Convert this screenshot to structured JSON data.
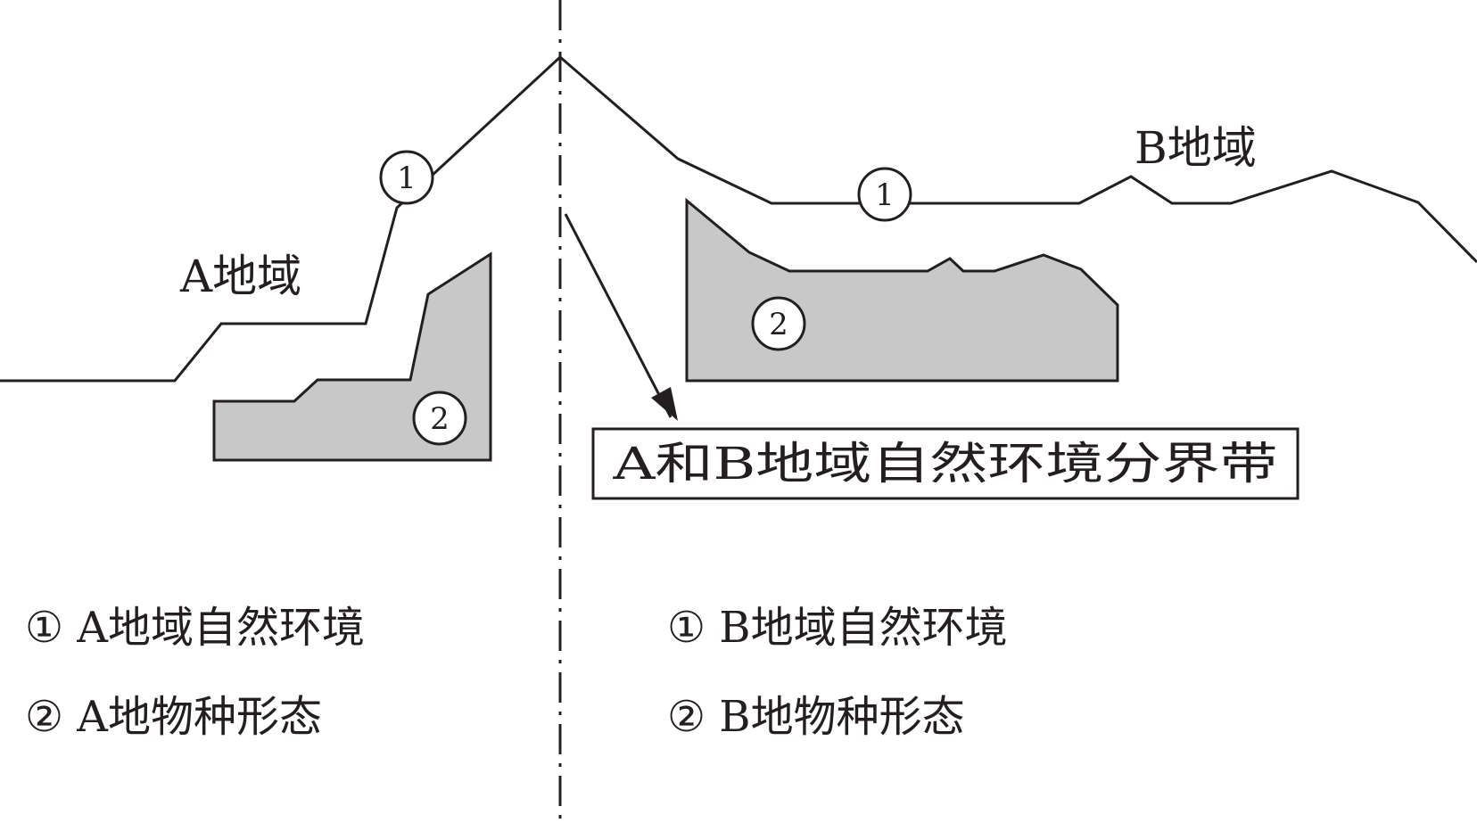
{
  "diagram": {
    "region_a_label": "A地域",
    "region_b_label": "B地域",
    "boundary_label": "A和B地域自然环境分界带",
    "marker_one": "1",
    "marker_two": "2",
    "legend": {
      "a_env": "① A地域自然环境",
      "a_species": "② A地物种形态",
      "b_env": "① B地域自然环境",
      "b_species": "② B地物种形态"
    },
    "colors": {
      "line": "#231f20",
      "species_fill": "#c8c8c8",
      "background": "#ffffff"
    }
  }
}
